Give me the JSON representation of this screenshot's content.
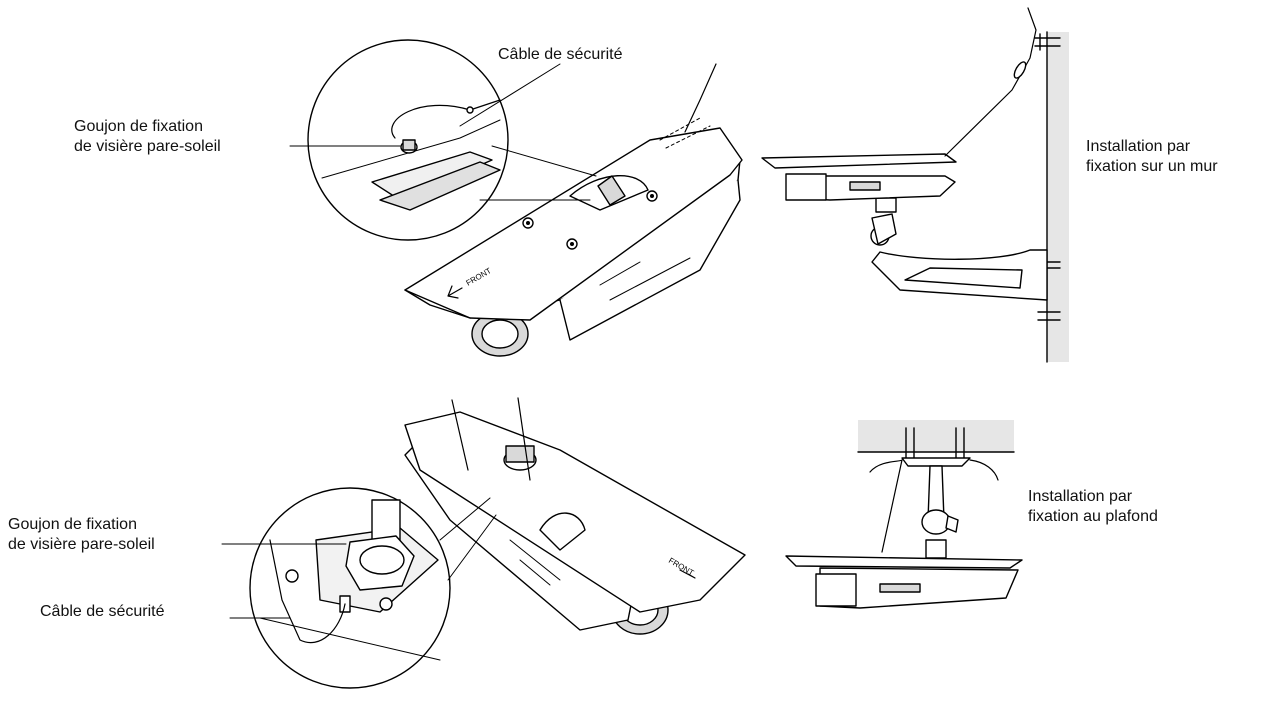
{
  "labels": {
    "safety_cable_top": "Câble de sécurité",
    "sunshield_stud_top": [
      "Goujon de fixation",
      "de visière pare-soleil"
    ],
    "wall_install": [
      "Installation par",
      "fixation sur un mur"
    ],
    "sunshield_stud_bottom": [
      "Goujon de fixation",
      "de visière pare-soleil"
    ],
    "safety_cable_bottom": "Câble de sécurité",
    "ceiling_install": [
      "Installation par",
      "fixation au plafond"
    ]
  },
  "icons": [
    "camera-housing",
    "sunshield",
    "wall-mount-bracket",
    "ceiling-mount-bracket",
    "zoom-detail-circle",
    "safety-cable",
    "sunshield-stud"
  ],
  "colors": {
    "line": "#000000",
    "fill": "#ffffff",
    "shade": "#d9d9d9",
    "wall": "#e6e6e6"
  }
}
